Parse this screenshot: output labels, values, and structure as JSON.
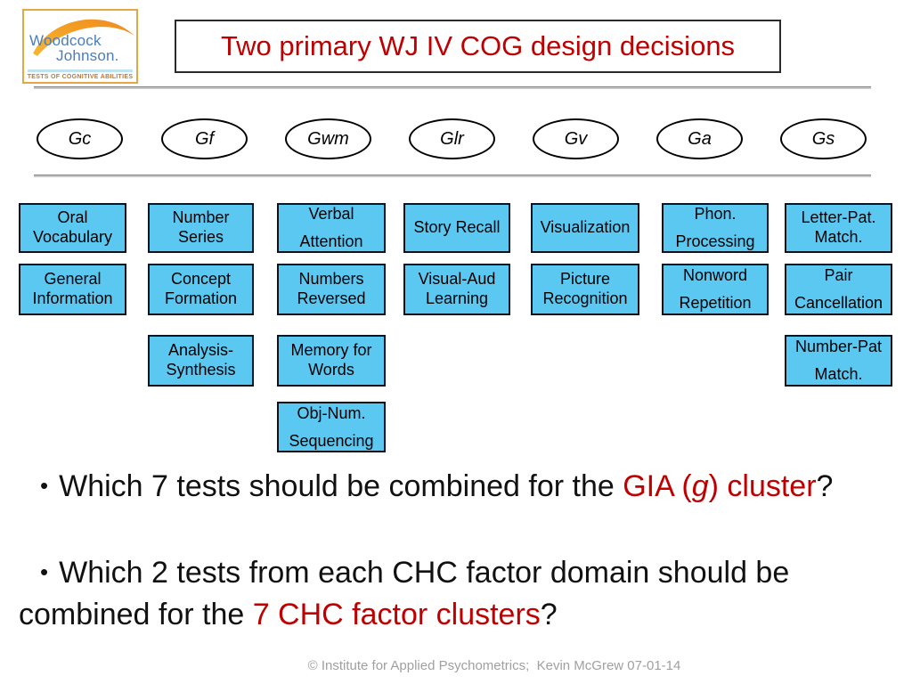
{
  "title": "Two primary WJ IV COG design decisions",
  "logo": {
    "line1": "Woodcock",
    "line2": "Johnson.",
    "tagline": "TESTS OF COGNITIVE ABILITIES"
  },
  "factors": [
    {
      "code": "Gc",
      "tests": [
        "Oral\nVocabulary",
        "General\nInformation"
      ]
    },
    {
      "code": "Gf",
      "tests": [
        "Number\nSeries",
        "Concept\nFormation",
        "Analysis-\nSynthesis"
      ]
    },
    {
      "code": "Gwm",
      "tests": [
        "Verbal\nAttention",
        "Numbers\nReversed",
        "Memory for\nWords",
        "Obj-Num.\nSequencing"
      ]
    },
    {
      "code": "Glr",
      "tests": [
        "Story Recall",
        "Visual-Aud\nLearning"
      ]
    },
    {
      "code": "Gv",
      "tests": [
        "Visualization",
        "Picture\nRecognition"
      ]
    },
    {
      "code": "Ga",
      "tests": [
        "Phon.\nProcessing",
        "Nonword\nRepetition"
      ]
    },
    {
      "code": "Gs",
      "tests": [
        "Letter-Pat.\nMatch.",
        "Pair\nCancellation",
        "Number-Pat\nMatch."
      ]
    }
  ],
  "bullets": {
    "b1": {
      "marker": "•",
      "pre": "Which 7 tests should be combined for the ",
      "red_pre": "GIA (",
      "red_italic": "g",
      "red_post": ") cluster",
      "end": "?"
    },
    "b2": {
      "marker": "•",
      "line1": "Which 2 tests from each CHC factor domain should be",
      "line2_pre": "combined for the ",
      "red": "7 CHC factor clusters",
      "end": "?"
    }
  },
  "footer": "© Institute for Applied Psychometrics;  Kevin McGrew 07-01-14",
  "colors": {
    "accent_red": "#C00000",
    "box_fill": "#5BC8F2",
    "box_border": "#0c1420",
    "divider_gray": "#7F7F7F",
    "footer_gray": "#A0A0A0",
    "logo_blue": "#4A7EBB",
    "logo_orange": "#F49D20",
    "logo_border_gold": "#E3A845",
    "logo_tagline_brown": "#C07830"
  }
}
